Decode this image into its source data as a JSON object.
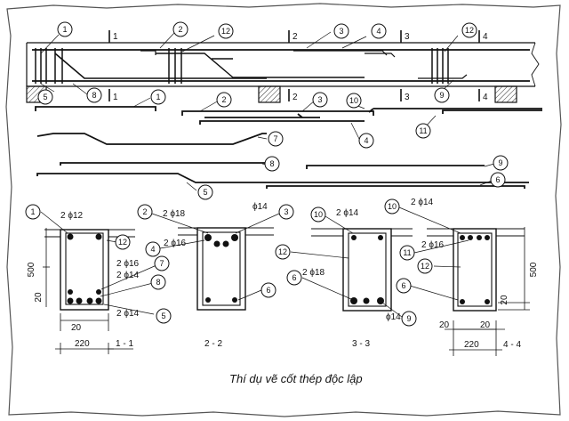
{
  "caption": "Thí dụ vẽ cốt thép độc lập",
  "callouts": {
    "1": "1",
    "2": "2",
    "3": "3",
    "4": "4",
    "5": "5",
    "6": "6",
    "7": "7",
    "8": "8",
    "9": "9",
    "10": "10",
    "11": "11",
    "12": "12"
  },
  "cut_marks": [
    "1",
    "2",
    "3",
    "4"
  ],
  "sections": {
    "s1": {
      "title": "1 - 1",
      "top_bars": "2 ϕ12",
      "mid_bars_a": "2 ϕ16",
      "mid_bars_b": "2 ϕ14",
      "bottom_bars": "2 ϕ14",
      "height": "500",
      "cover_v": "20",
      "cover_h": "20",
      "width": "220"
    },
    "s2": {
      "title": "2 - 2",
      "top_bars": "2 ϕ18",
      "top_bars_b": "ϕ14",
      "mid_bars": "2 ϕ16"
    },
    "s3": {
      "title": "3 - 3",
      "top_bars": "2 ϕ14",
      "bottom_bars": "2 ϕ18",
      "bottom_bars_b": "ϕ14"
    },
    "s4": {
      "title": "4 - 4",
      "top_bars": "2 ϕ14",
      "mid_bars": "2 ϕ16",
      "height": "500",
      "cover_v": "20",
      "cover_h_left": "20",
      "cover_h_right": "20",
      "width": "220"
    }
  }
}
